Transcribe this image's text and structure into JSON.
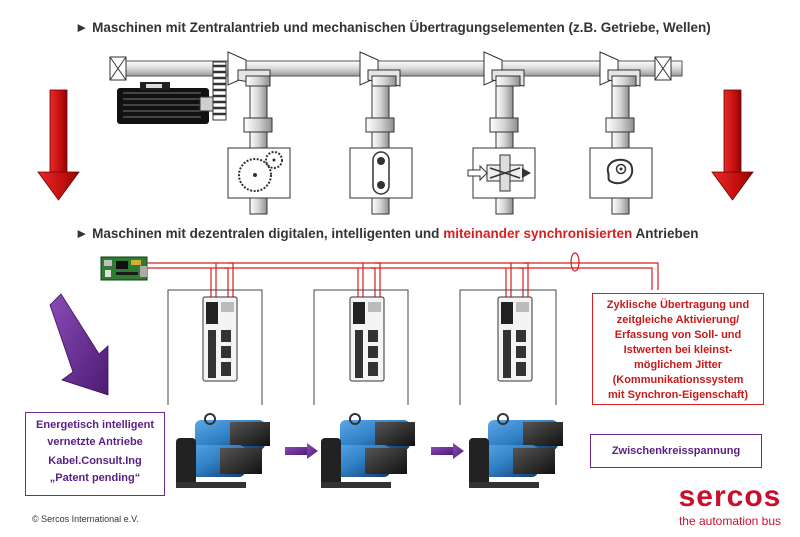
{
  "headings": {
    "top": "Maschinen mit Zentralantrieb und mechanischen Übertragungselementen (z.B. Getriebe, Wellen)",
    "bottom_pre": "Maschinen mit dezentralen digitalen, intelligenten und ",
    "bottom_highlight": "miteinander synchronisierten",
    "bottom_post": " Antrieben",
    "bullet": "►"
  },
  "sync_box": {
    "lines": [
      "Zyklische Übertragung und",
      "zeitgleiche Aktivierung/",
      "Erfassung von Soll- und",
      "Istwerten bei kleinst-",
      "möglichem Jitter",
      "(Kommunikationssystem",
      "mit Synchron-Eigenschaft)"
    ]
  },
  "energy_box": {
    "line1": "Energetisch intelligent",
    "line2": "vernetzte Antriebe",
    "line3": "Kabel.Consult.Ing",
    "line4": "„Patent pending“"
  },
  "dc_box": {
    "label": "Zwischenkreisspannung"
  },
  "footer": {
    "copyright": "© Sercos International e.V.",
    "logo": "sercos",
    "tagline": "the automation bus"
  },
  "colors": {
    "accent_red": "#d81e1e",
    "arrow_red": "#cc1010",
    "purple": "#6b2b8f",
    "motor_blue": "#2f7fc4"
  }
}
